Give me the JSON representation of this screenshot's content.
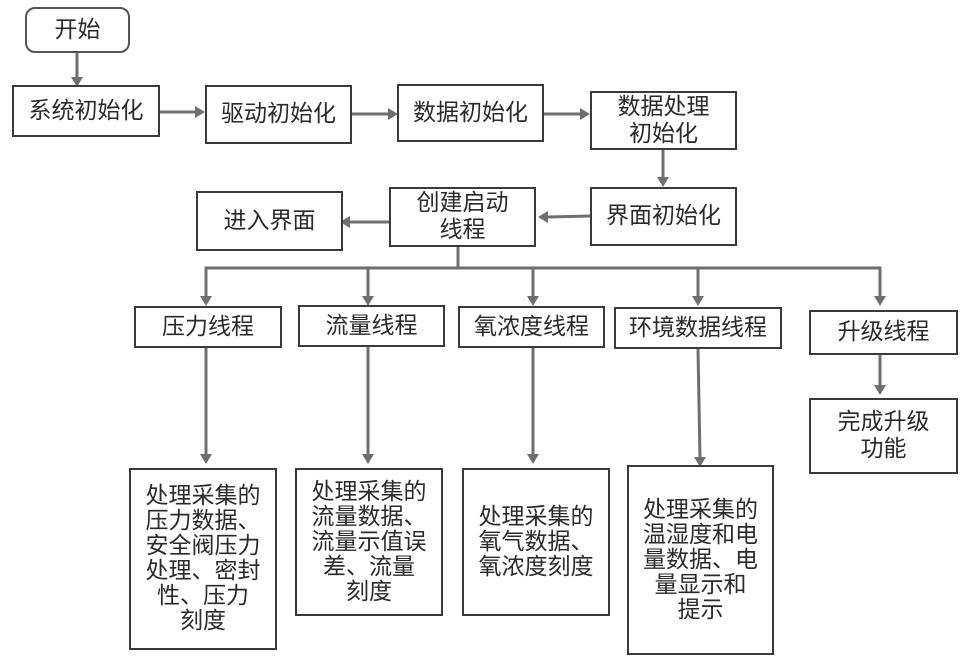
{
  "nodes": {
    "start": "开始",
    "sys_init": "系统初始化",
    "driver_init": "驱动初始化",
    "data_init": "数据初始化",
    "data_proc_init": "数据处理\n初始化",
    "ui_init": "界面初始化",
    "create_threads": "创建启动\n线程",
    "enter_ui": "进入界面",
    "pressure_thread": "压力线程",
    "flow_thread": "流量线程",
    "oxygen_thread": "氧浓度线程",
    "env_thread": "环境数据线程",
    "upgrade_thread": "升级线程",
    "upgrade_done": "完成升级\n功能",
    "pressure_task": "处理采集的\n压力数据、\n安全阀压力\n处理、密封\n性、压力\n刻度",
    "flow_task": "处理采集的\n流量数据、\n流量示值误\n差、流量\n刻度",
    "oxygen_task": "处理采集的\n氧气数据、\n氧浓度刻度",
    "env_task": "处理采集的\n温湿度和电\n量数据、电\n量显示和\n提示"
  },
  "colors": {
    "border": "#3a3a3a",
    "connector": "#6f6f6f"
  }
}
